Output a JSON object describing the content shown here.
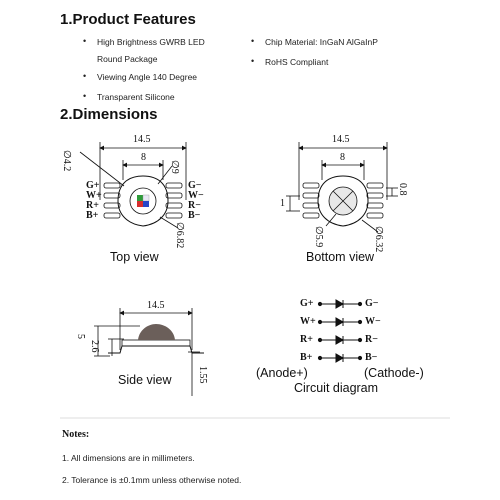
{
  "features": {
    "heading": "1.Product Features",
    "left": [
      "High Brightness GWRB LED",
      "Round Package",
      "Viewing Angle 140 Degree",
      "Transparent Silicone"
    ],
    "right": [
      "Chip Material: InGaN AlGaInP",
      "RoHS Compliant"
    ]
  },
  "dimensions": {
    "heading": "2.Dimensions",
    "top_view": {
      "label": "Top view",
      "width": "14.5",
      "inner": "8",
      "hole": "∅4.2",
      "diameter": "∅9",
      "corner": "∅6.82",
      "pins_left": [
        "G+",
        "W+",
        "R+",
        "B+"
      ],
      "pins_right": [
        "G−",
        "W−",
        "R−",
        "B−"
      ]
    },
    "bottom_view": {
      "label": "Bottom view",
      "width": "14.5",
      "inner": "8",
      "pad": "0.8",
      "small": "1",
      "dia1": "∅5.9",
      "dia2": "∅6.32"
    },
    "side_view": {
      "label": "Side view",
      "width": "14.5",
      "height": "5",
      "body": "2.6",
      "lead": "1.55"
    },
    "circuit": {
      "label": "Circuit diagram",
      "anode": "(Anode+)",
      "cathode": "(Cathode-)",
      "pins_left": [
        "G+",
        "W+",
        "R+",
        "B+"
      ],
      "pins_right": [
        "G−",
        "W−",
        "R−",
        "B−"
      ]
    }
  },
  "notes": {
    "title": "Notes:",
    "items": [
      "1. All dimensions are in millimeters.",
      "2. Tolerance is  ±0.1mm unless otherwise noted."
    ]
  }
}
